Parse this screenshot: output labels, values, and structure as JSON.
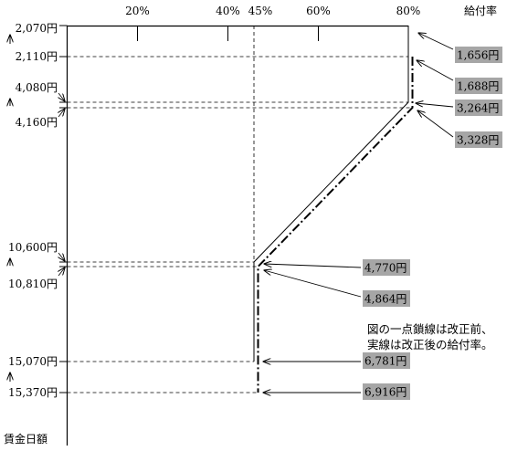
{
  "chart_data": {
    "type": "line",
    "x_axis": {
      "label": "給付率",
      "unit": "%",
      "ticks": [
        {
          "value": 20,
          "label": "20%"
        },
        {
          "value": 40,
          "label": "40%"
        },
        {
          "value": 45,
          "label": "45%"
        },
        {
          "value": 60,
          "label": "60%"
        },
        {
          "value": 80,
          "label": "80%"
        }
      ]
    },
    "y_axis": {
      "label": "賃金日額",
      "unit": "円",
      "ticks": [
        {
          "value": 2070,
          "label": "2,070円",
          "gap_after": false
        },
        {
          "value": 2110,
          "label": "2,110円",
          "gap_after": false
        },
        {
          "value": 4080,
          "label": "4,080円",
          "gap_after": true
        },
        {
          "value": 4160,
          "label": "4,160円",
          "gap_after": false
        },
        {
          "value": 10600,
          "label": "10,600円",
          "gap_after": true
        },
        {
          "value": 10810,
          "label": "10,810円",
          "gap_after": false
        },
        {
          "value": 15070,
          "label": "15,070円",
          "gap_after": false
        },
        {
          "value": 15370,
          "label": "15,370円",
          "gap_after": false
        }
      ]
    },
    "series": [
      {
        "name": "改正前",
        "style": "dash-dot",
        "points": [
          {
            "wage": 2110,
            "rate": 80
          },
          {
            "wage": 4160,
            "rate": 80
          },
          {
            "wage": 10810,
            "rate": 45
          },
          {
            "wage": 15370,
            "rate": 45
          }
        ]
      },
      {
        "name": "改正後",
        "style": "solid",
        "points": [
          {
            "wage": 2070,
            "rate": 80
          },
          {
            "wage": 4080,
            "rate": 80
          },
          {
            "wage": 10600,
            "rate": 45
          },
          {
            "wage": 15070,
            "rate": 45
          }
        ]
      }
    ],
    "annotations": [
      {
        "label": "1,656円",
        "wage": 2070,
        "rate": 80
      },
      {
        "label": "1,688円",
        "wage": 2110,
        "rate": 80
      },
      {
        "label": "3,264円",
        "wage": 4080,
        "rate": 80
      },
      {
        "label": "3,328円",
        "wage": 4160,
        "rate": 80
      },
      {
        "label": "4,770円",
        "wage": 10600,
        "rate": 45
      },
      {
        "label": "4,864円",
        "wage": 10810,
        "rate": 45
      },
      {
        "label": "6,781円",
        "wage": 15070,
        "rate": 45
      },
      {
        "label": "6,916円",
        "wage": 15370,
        "rate": 45
      }
    ],
    "note": [
      "図の一点鎖線は改正前、",
      "実線は改正後の給付率。"
    ]
  }
}
